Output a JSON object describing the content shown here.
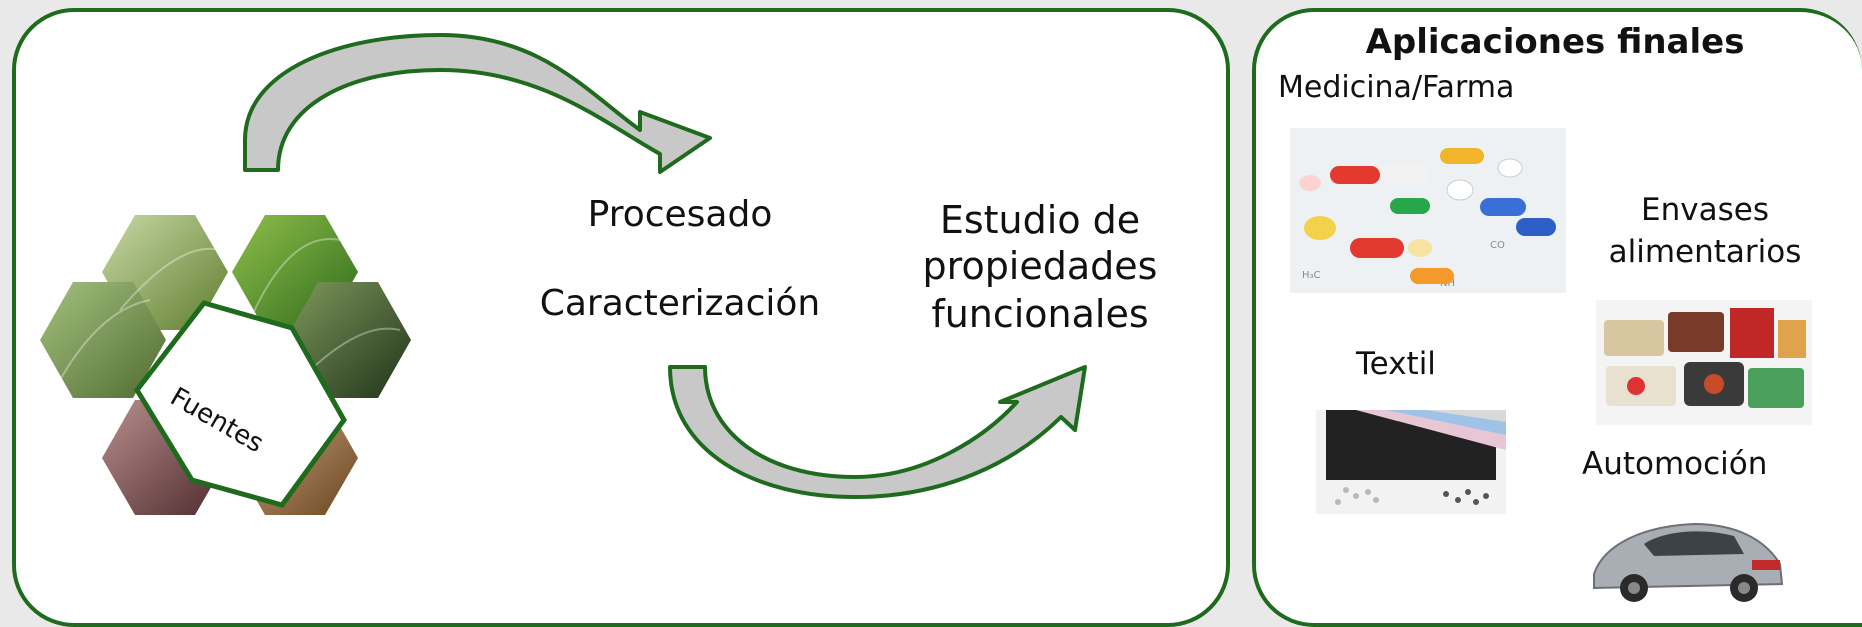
{
  "process": {
    "procesado": "Procesado",
    "caracterizacion": "Caracterización",
    "estudio_line1": "Estudio de",
    "estudio_line2": "propiedades",
    "estudio_line3": "funcionales"
  },
  "sources": {
    "label": "Fuentes"
  },
  "applications": {
    "title": "Aplicaciones finales",
    "medicina": "Medicina/Farma",
    "envases_line1": "Envases",
    "envases_line2": "alimentarios",
    "textil": "Textil",
    "automocion": "Automoción"
  },
  "colors": {
    "border_green": "#1e6b1e",
    "arrow_fill": "#c8c8c8"
  }
}
